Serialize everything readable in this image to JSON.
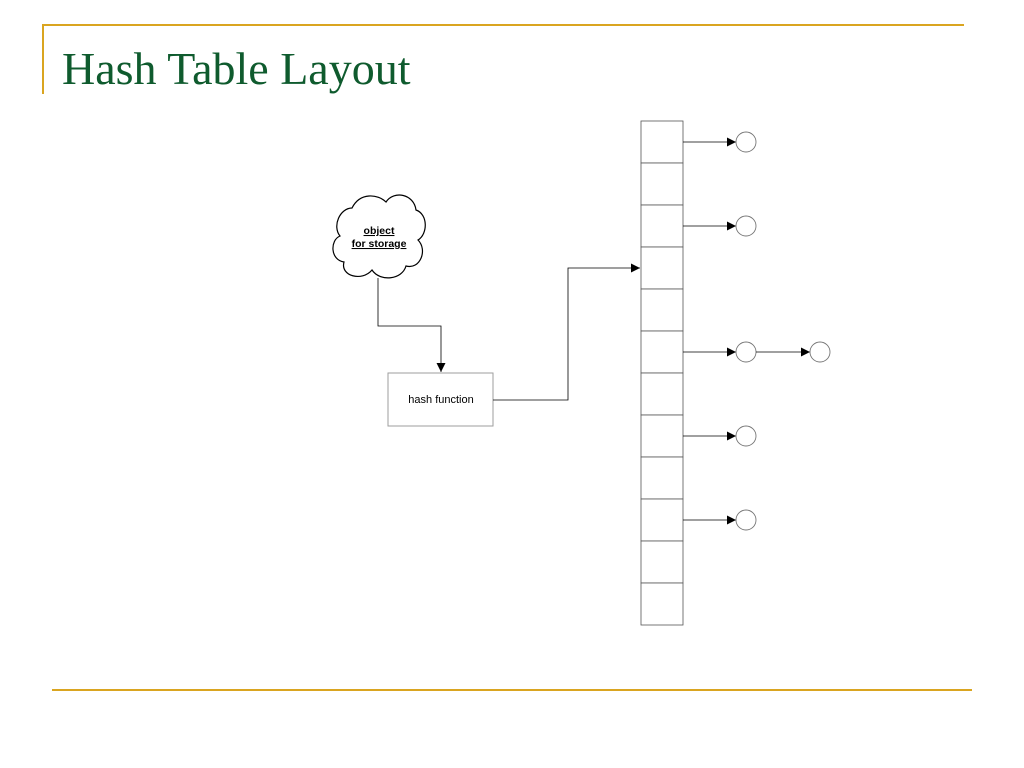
{
  "slide": {
    "title": "Hash Table Layout"
  },
  "diagram": {
    "object_label": [
      "object",
      "for storage"
    ],
    "hash_function_label": "hash function",
    "table_slots": 12,
    "chains": [
      {
        "slot": 0,
        "length": 1
      },
      {
        "slot": 2,
        "length": 1
      },
      {
        "slot": 5,
        "length": 2
      },
      {
        "slot": 7,
        "length": 1
      },
      {
        "slot": 9,
        "length": 1
      }
    ],
    "hash_target_slot": 3
  },
  "colors": {
    "title": "#0F5B2E",
    "accent": "#DAA520",
    "stroke": "#000000",
    "box_border": "#9E9E9E"
  }
}
